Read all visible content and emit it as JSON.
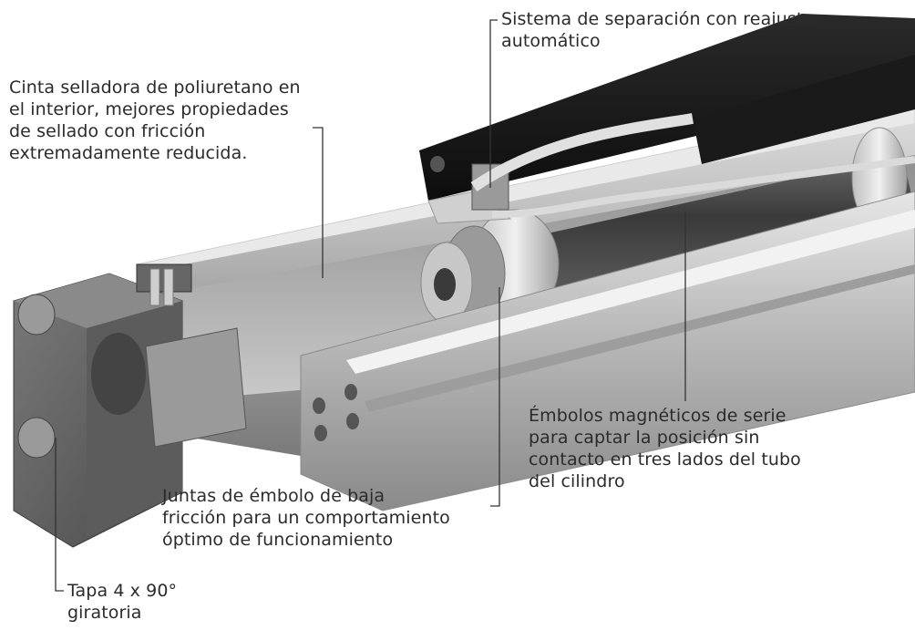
{
  "callouts": {
    "separation_system": "Sistema de separación con reajuste\nautomático",
    "sealing_tape": "Cinta selladora de poliuretano en\nel interior, mejores propiedades\nde sellado con fricción\nextremadamente reducida.",
    "magnetic_pistons": "Émbolos magnéticos de serie\npara captar la posición sin\ncontacto en tres lados del tubo\ndel cilindro",
    "piston_seals": "Juntas de émbolo de baja\nfricción para un comportamiento\nóptimo de funcionamiento",
    "end_cap": "Tapa 4 x 90°\ngiratoria"
  },
  "colors": {
    "leader_line": "#333333",
    "text": "#2b2b2b"
  }
}
